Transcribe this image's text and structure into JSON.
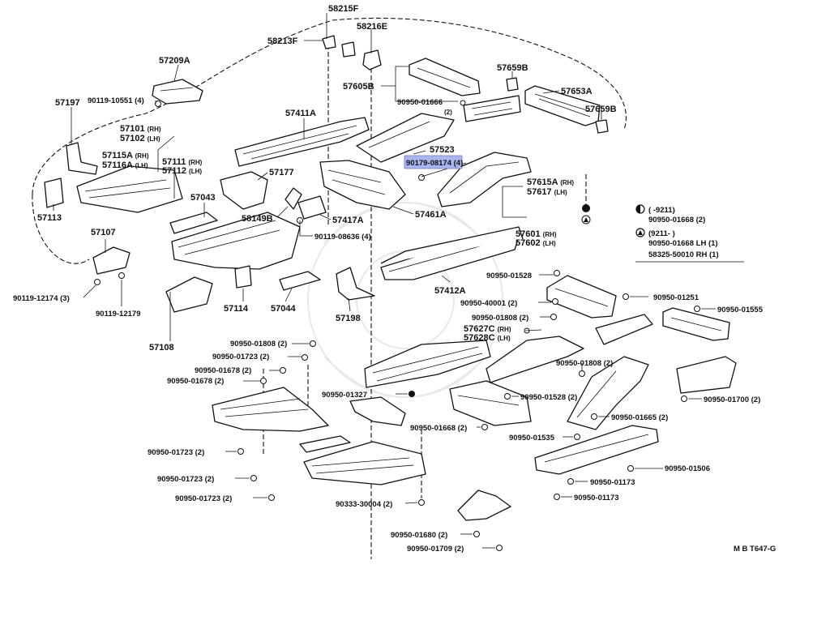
{
  "diagram": {
    "drawing_code": "M B T647-G",
    "highlighted_part": "90179-08174",
    "highlight_color": "#a9b4f0",
    "parts": [
      {
        "id": "p58215F",
        "number": "58215F",
        "qty": ""
      },
      {
        "id": "p58213F",
        "number": "58213F",
        "qty": ""
      },
      {
        "id": "p58216E",
        "number": "58216E",
        "qty": ""
      },
      {
        "id": "p57209A",
        "number": "57209A",
        "qty": ""
      },
      {
        "id": "p57605B",
        "number": "57605B",
        "qty": ""
      },
      {
        "id": "p57659B_1",
        "number": "57659B",
        "qty": ""
      },
      {
        "id": "p57653A",
        "number": "57653A",
        "qty": ""
      },
      {
        "id": "p57659B_2",
        "number": "57659B",
        "qty": ""
      },
      {
        "id": "p90119_10551",
        "number": "90119-10551",
        "qty": "(4)"
      },
      {
        "id": "p57197",
        "number": "57197",
        "qty": ""
      },
      {
        "id": "p90950_01666",
        "number": "90950-01666",
        "qty": "(2)"
      },
      {
        "id": "p57411A",
        "number": "57411A",
        "qty": ""
      },
      {
        "id": "p57101",
        "number": "57101",
        "qty": "(RH)"
      },
      {
        "id": "p57102",
        "number": "57102",
        "qty": "(LH)"
      },
      {
        "id": "p57115A",
        "number": "57115A",
        "qty": "(RH)"
      },
      {
        "id": "p57116A",
        "number": "57116A",
        "qty": "(LH)"
      },
      {
        "id": "p57111",
        "number": "57111",
        "qty": "(RH)"
      },
      {
        "id": "p57112",
        "number": "57112",
        "qty": "(LH)"
      },
      {
        "id": "p57523",
        "number": "57523",
        "qty": ""
      },
      {
        "id": "p90179_08174",
        "number": "90179-08174",
        "qty": "(4)"
      },
      {
        "id": "p57615A",
        "number": "57615A",
        "qty": "(RH)"
      },
      {
        "id": "p57617",
        "number": "57617",
        "qty": "(LH)"
      },
      {
        "id": "p57177",
        "number": "57177",
        "qty": ""
      },
      {
        "id": "p57043",
        "number": "57043",
        "qty": ""
      },
      {
        "id": "p57113",
        "number": "57113",
        "qty": ""
      },
      {
        "id": "p58149B",
        "number": "58149B",
        "qty": ""
      },
      {
        "id": "p57417A",
        "number": "57417A",
        "qty": ""
      },
      {
        "id": "p57461A",
        "number": "57461A",
        "qty": ""
      },
      {
        "id": "p90119_08636",
        "number": "90119-08636",
        "qty": "(4)"
      },
      {
        "id": "p57107",
        "number": "57107",
        "qty": ""
      },
      {
        "id": "p57601",
        "number": "57601",
        "qty": "(RH)"
      },
      {
        "id": "p57602",
        "number": "57602",
        "qty": "(LH)"
      },
      {
        "id": "p90119_12174",
        "number": "90119-12174",
        "qty": "(3)"
      },
      {
        "id": "p90119_12179",
        "number": "90119-12179",
        "qty": ""
      },
      {
        "id": "p57114",
        "number": "57114",
        "qty": ""
      },
      {
        "id": "p57044",
        "number": "57044",
        "qty": ""
      },
      {
        "id": "p57198",
        "number": "57198",
        "qty": ""
      },
      {
        "id": "p57412A",
        "number": "57412A",
        "qty": ""
      },
      {
        "id": "p90950_01528_a",
        "number": "90950-01528",
        "qty": ""
      },
      {
        "id": "p90950_40001",
        "number": "90950-40001",
        "qty": "(2)"
      },
      {
        "id": "p90950_01251",
        "number": "90950-01251",
        "qty": ""
      },
      {
        "id": "p90950_01555",
        "number": "90950-01555",
        "qty": ""
      },
      {
        "id": "p90950_01808_a",
        "number": "90950-01808",
        "qty": "(2)"
      },
      {
        "id": "p57108",
        "number": "57108",
        "qty": ""
      },
      {
        "id": "p57627C",
        "number": "57627C",
        "qty": "(RH)"
      },
      {
        "id": "p57628C",
        "number": "57628C",
        "qty": "(LH)"
      },
      {
        "id": "p90950_01808_b",
        "number": "90950-01808",
        "qty": "(2)"
      },
      {
        "id": "p90950_01723_a",
        "number": "90950-01723",
        "qty": "(2)"
      },
      {
        "id": "p90950_01678_a",
        "number": "90950-01678",
        "qty": "(2)"
      },
      {
        "id": "p90950_01678_b",
        "number": "90950-01678",
        "qty": "(2)"
      },
      {
        "id": "p90950_01808_c",
        "number": "90950-01808",
        "qty": "(2)"
      },
      {
        "id": "p90950_01327",
        "number": "90950-01327",
        "qty": ""
      },
      {
        "id": "p90950_01528_b",
        "number": "90950-01528",
        "qty": "(2)"
      },
      {
        "id": "p90950_01700",
        "number": "90950-01700",
        "qty": "(2)"
      },
      {
        "id": "p90950_01668",
        "number": "90950-01668",
        "qty": "(2)"
      },
      {
        "id": "p90950_01535",
        "number": "90950-01535",
        "qty": ""
      },
      {
        "id": "p90950_01665",
        "number": "90950-01665",
        "qty": "(2)"
      },
      {
        "id": "p90950_01723_b",
        "number": "90950-01723",
        "qty": "(2)"
      },
      {
        "id": "p90950_01506",
        "number": "90950-01506",
        "qty": ""
      },
      {
        "id": "p90950_01723_c",
        "number": "90950-01723",
        "qty": "(2)"
      },
      {
        "id": "p90950_01173_a",
        "number": "90950-01173",
        "qty": ""
      },
      {
        "id": "p90950_01723_d",
        "number": "90950-01723",
        "qty": "(2)"
      },
      {
        "id": "p90950_01173_b",
        "number": "90950-01173",
        "qty": ""
      },
      {
        "id": "p90333_30004",
        "number": "90333-30004",
        "qty": "(2)"
      },
      {
        "id": "p90950_01680",
        "number": "90950-01680",
        "qty": "(2)"
      },
      {
        "id": "p90950_01709",
        "number": "90950-01709",
        "qty": "(2)"
      }
    ],
    "legend": {
      "row1": {
        "symbol": "half-filled-circle",
        "text": "(        -9211)"
      },
      "row2": {
        "text": "90950-01668 (2)"
      },
      "row3": {
        "symbol": "filled-triangle-circle",
        "text": "(9211-        )"
      },
      "row4": {
        "text": "90950-01668 LH (1)"
      },
      "row5": {
        "text": "58325-50010 RH (1)"
      }
    }
  }
}
